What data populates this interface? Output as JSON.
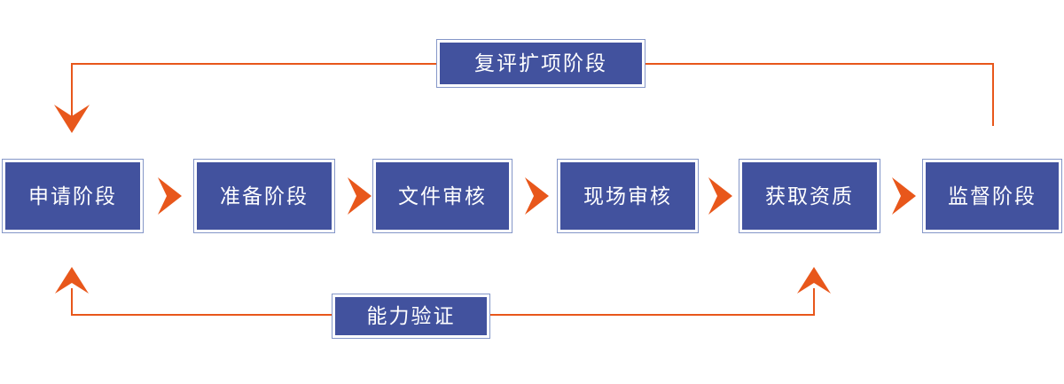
{
  "diagram": {
    "title_text": "",
    "colors": {
      "box_fill": "#42529E",
      "box_border": "#8496C8",
      "box_inner_border": "#FFFFFF",
      "text": "#FFFFFF",
      "accent_orange": "#E8571B",
      "background": "#FFFFFF"
    },
    "main_flow": {
      "steps": [
        {
          "label": "申请阶段"
        },
        {
          "label": "准备阶段"
        },
        {
          "label": "文件审核"
        },
        {
          "label": "现场审核"
        },
        {
          "label": "获取资质"
        },
        {
          "label": "监督阶段"
        }
      ],
      "connectors": [
        {
          "name": "chevron-1"
        },
        {
          "name": "chevron-2"
        },
        {
          "name": "chevron-3"
        },
        {
          "name": "chevron-4"
        },
        {
          "name": "chevron-5"
        }
      ]
    },
    "feedback_loops": [
      {
        "id": "top",
        "label": "复评扩项阶段",
        "from_step": "监督阶段",
        "to_step": "申请阶段",
        "direction": "right-to-left"
      },
      {
        "id": "bottom",
        "label": "能力验证",
        "from_step": "获取资质",
        "to_step": "申请阶段",
        "direction": "upward"
      }
    ]
  }
}
